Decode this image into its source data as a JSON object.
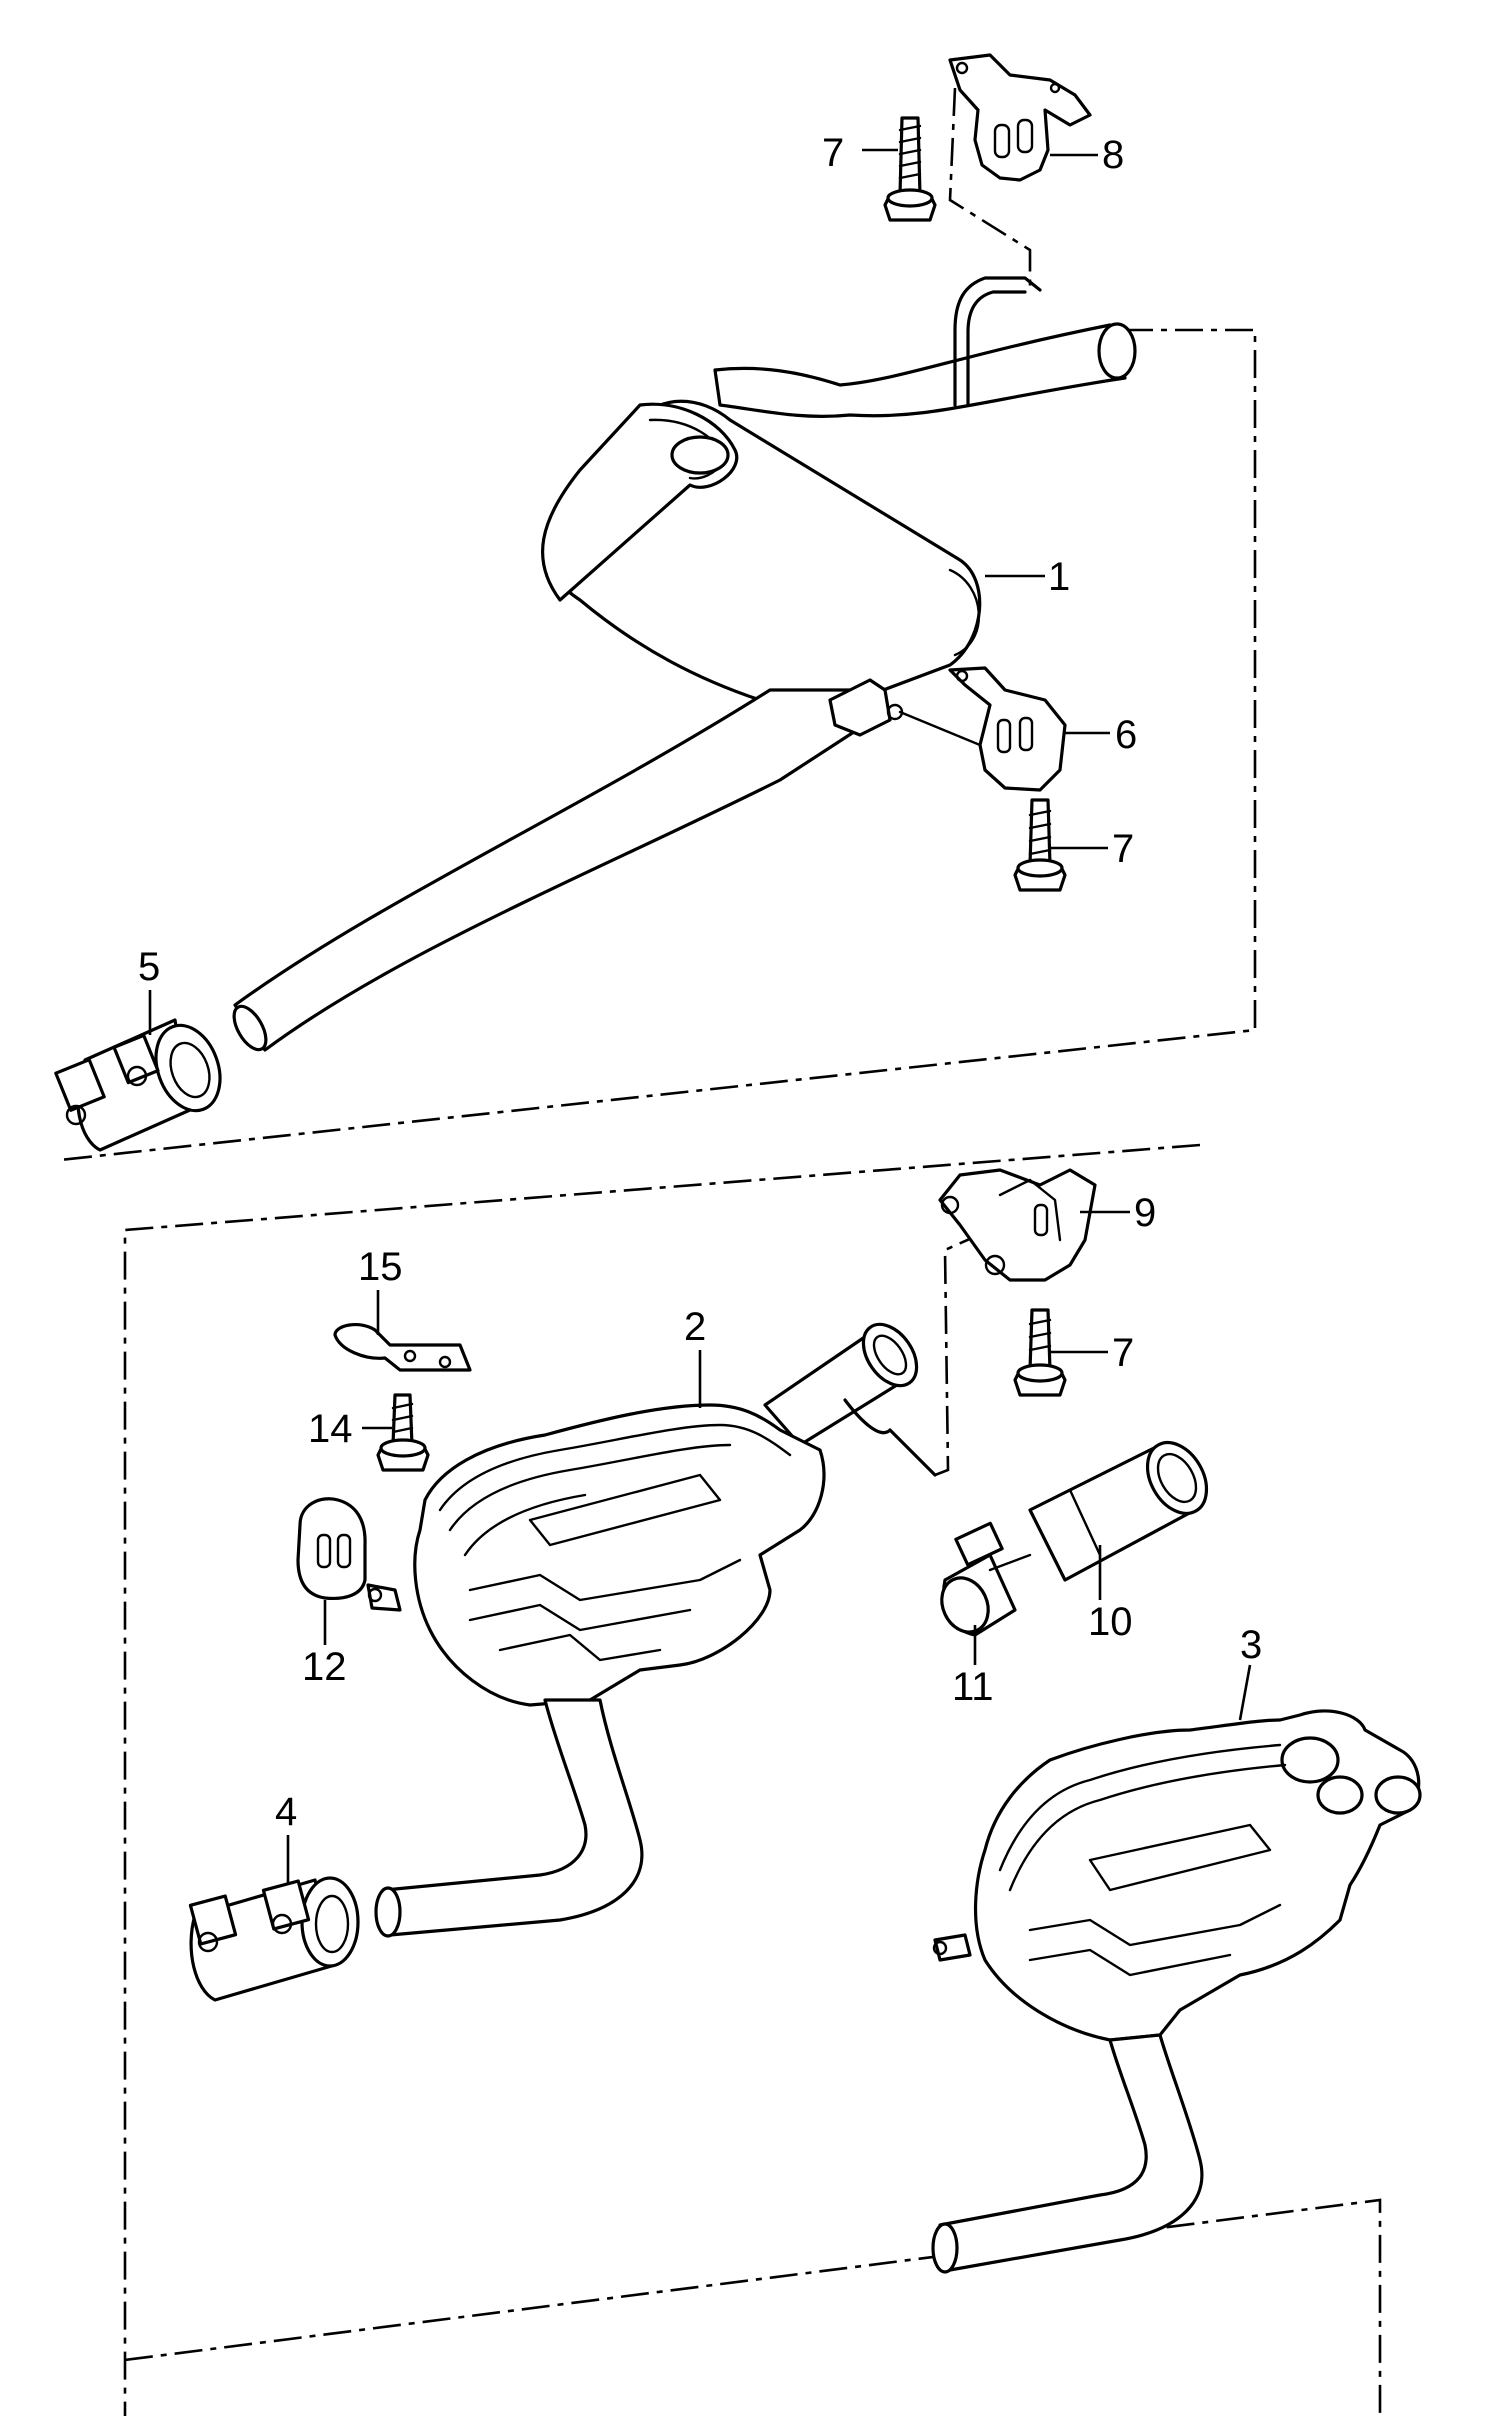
{
  "callouts": {
    "c1": "1",
    "c2": "2",
    "c3": "3",
    "c4": "4",
    "c5": "5",
    "c6": "6",
    "c7a": "7",
    "c7b": "7",
    "c7c": "7",
    "c8": "8",
    "c9": "9",
    "c10": "10",
    "c11": "11",
    "c12": "12",
    "c14": "14",
    "c15": "15"
  }
}
